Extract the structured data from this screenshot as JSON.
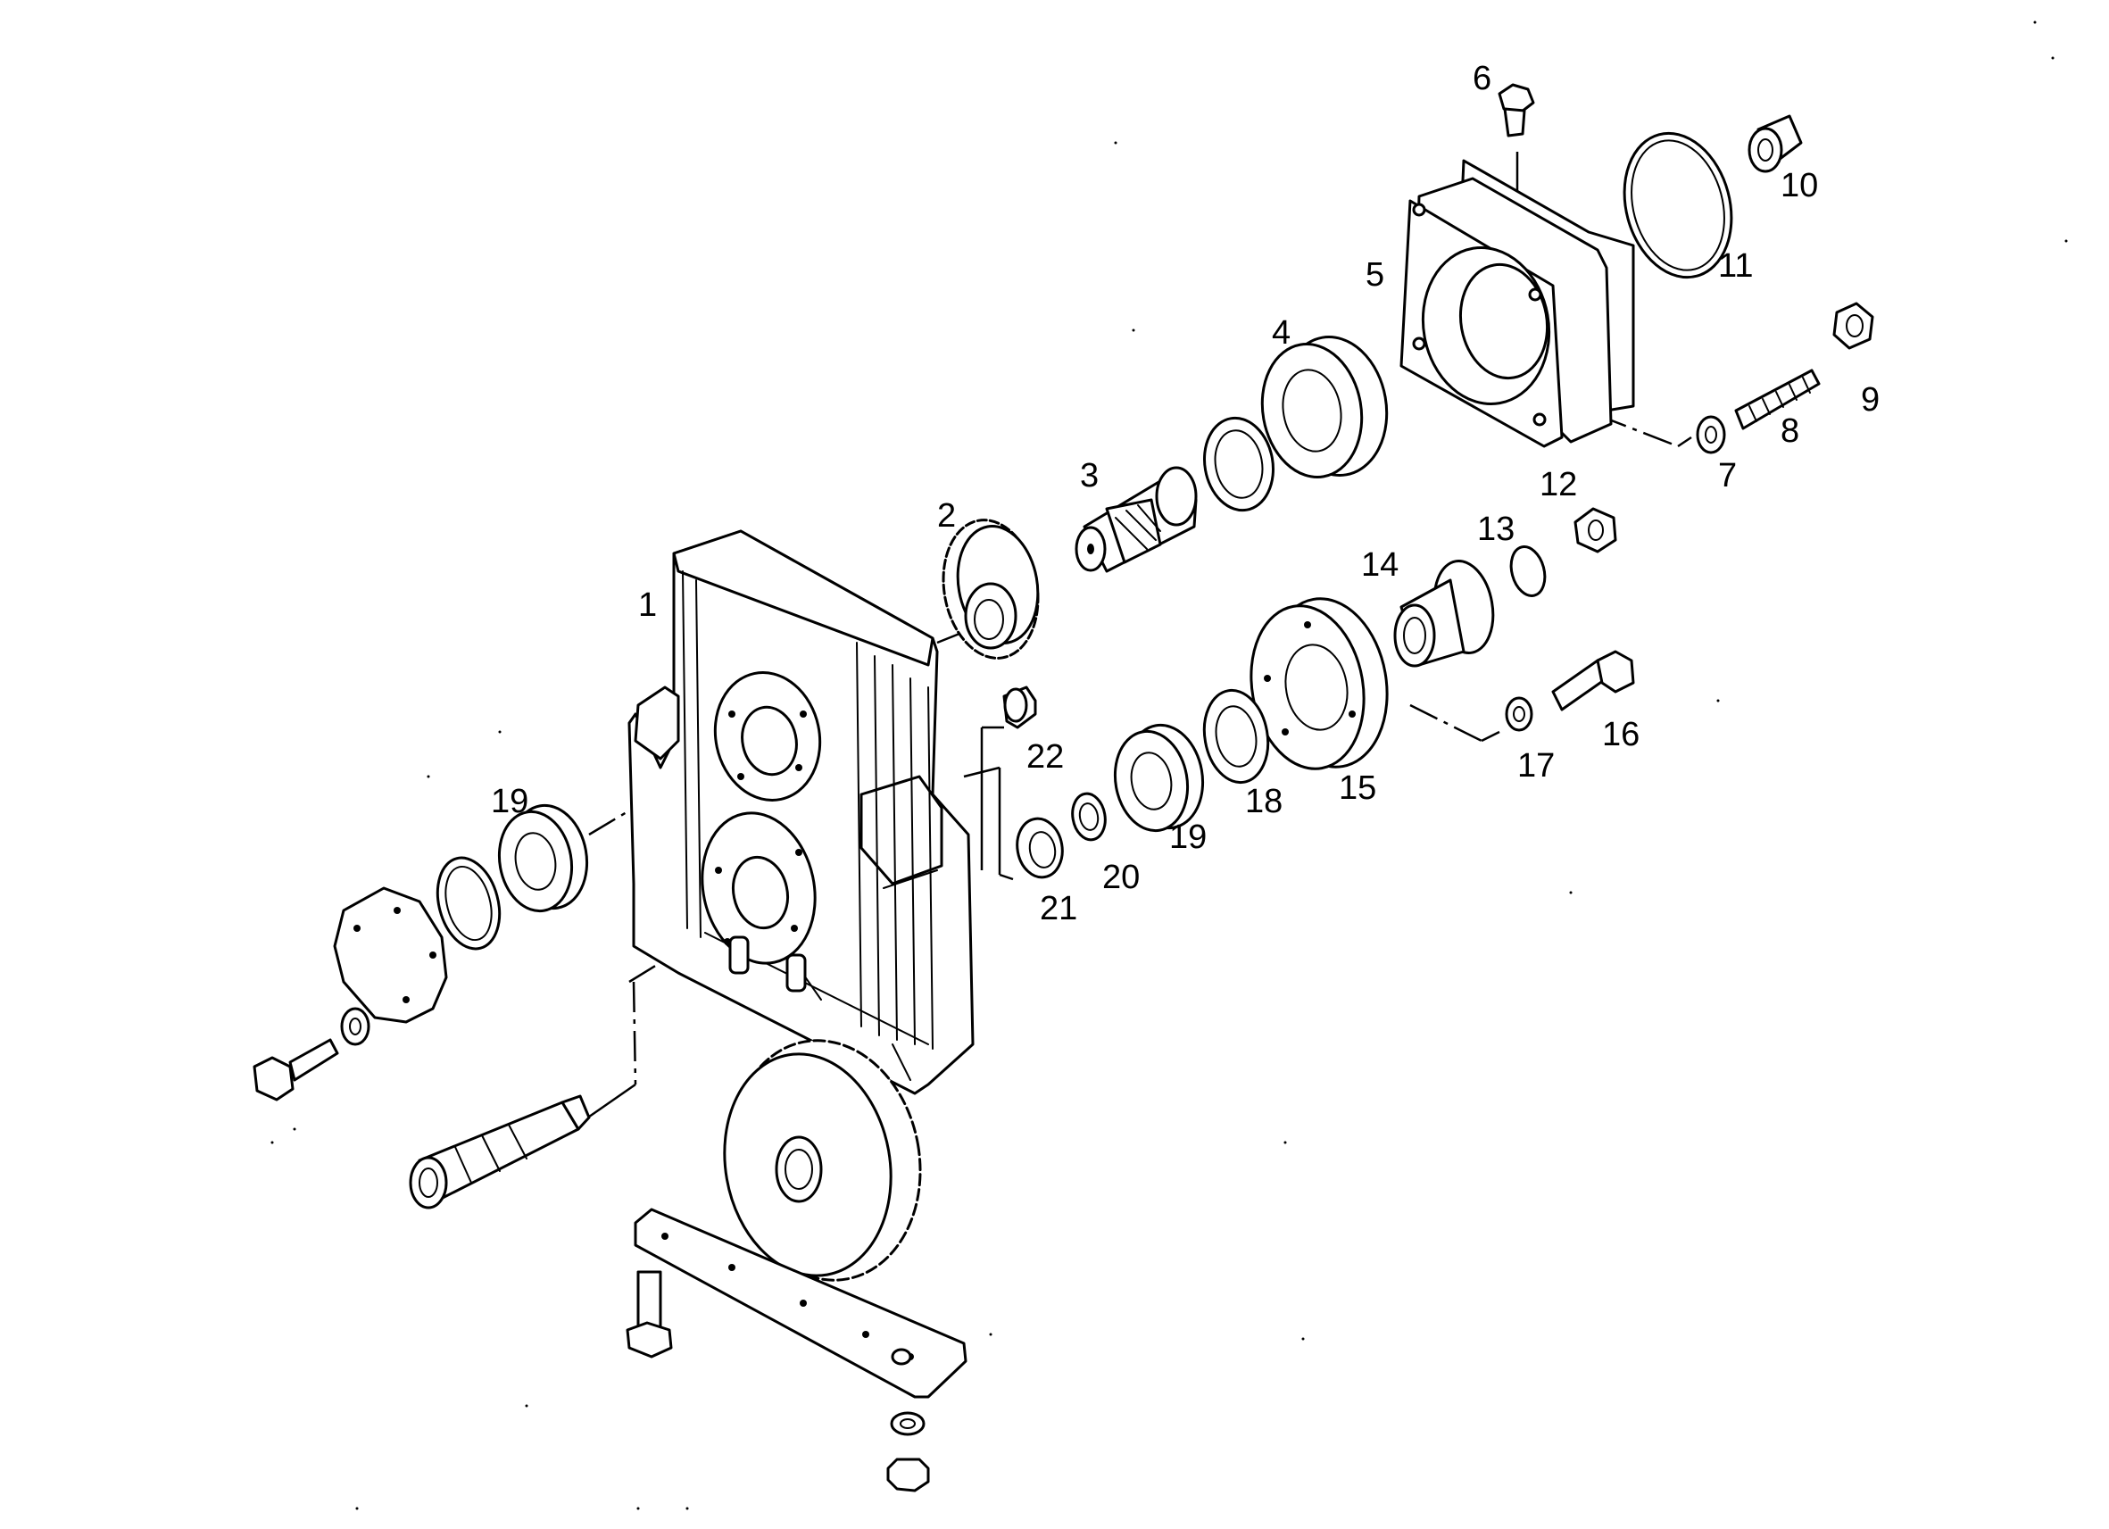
{
  "callouts": [
    {
      "id": "c1",
      "text": "1"
    },
    {
      "id": "c2",
      "text": "2"
    },
    {
      "id": "c3",
      "text": "3"
    },
    {
      "id": "c4",
      "text": "4"
    },
    {
      "id": "c5",
      "text": "5"
    },
    {
      "id": "c6",
      "text": "6"
    },
    {
      "id": "c7",
      "text": "7"
    },
    {
      "id": "c8",
      "text": "8"
    },
    {
      "id": "c9",
      "text": "9"
    },
    {
      "id": "c10",
      "text": "10"
    },
    {
      "id": "c11",
      "text": "11"
    },
    {
      "id": "c12",
      "text": "12"
    },
    {
      "id": "c13",
      "text": "13"
    },
    {
      "id": "c14",
      "text": "14"
    },
    {
      "id": "c15",
      "text": "15"
    },
    {
      "id": "c16",
      "text": "16"
    },
    {
      "id": "c17",
      "text": "17"
    },
    {
      "id": "c18",
      "text": "18"
    },
    {
      "id": "c19a",
      "text": "19"
    },
    {
      "id": "c19b",
      "text": "19"
    },
    {
      "id": "c20",
      "text": "20"
    },
    {
      "id": "c21",
      "text": "21"
    },
    {
      "id": "c22",
      "text": "22"
    }
  ]
}
